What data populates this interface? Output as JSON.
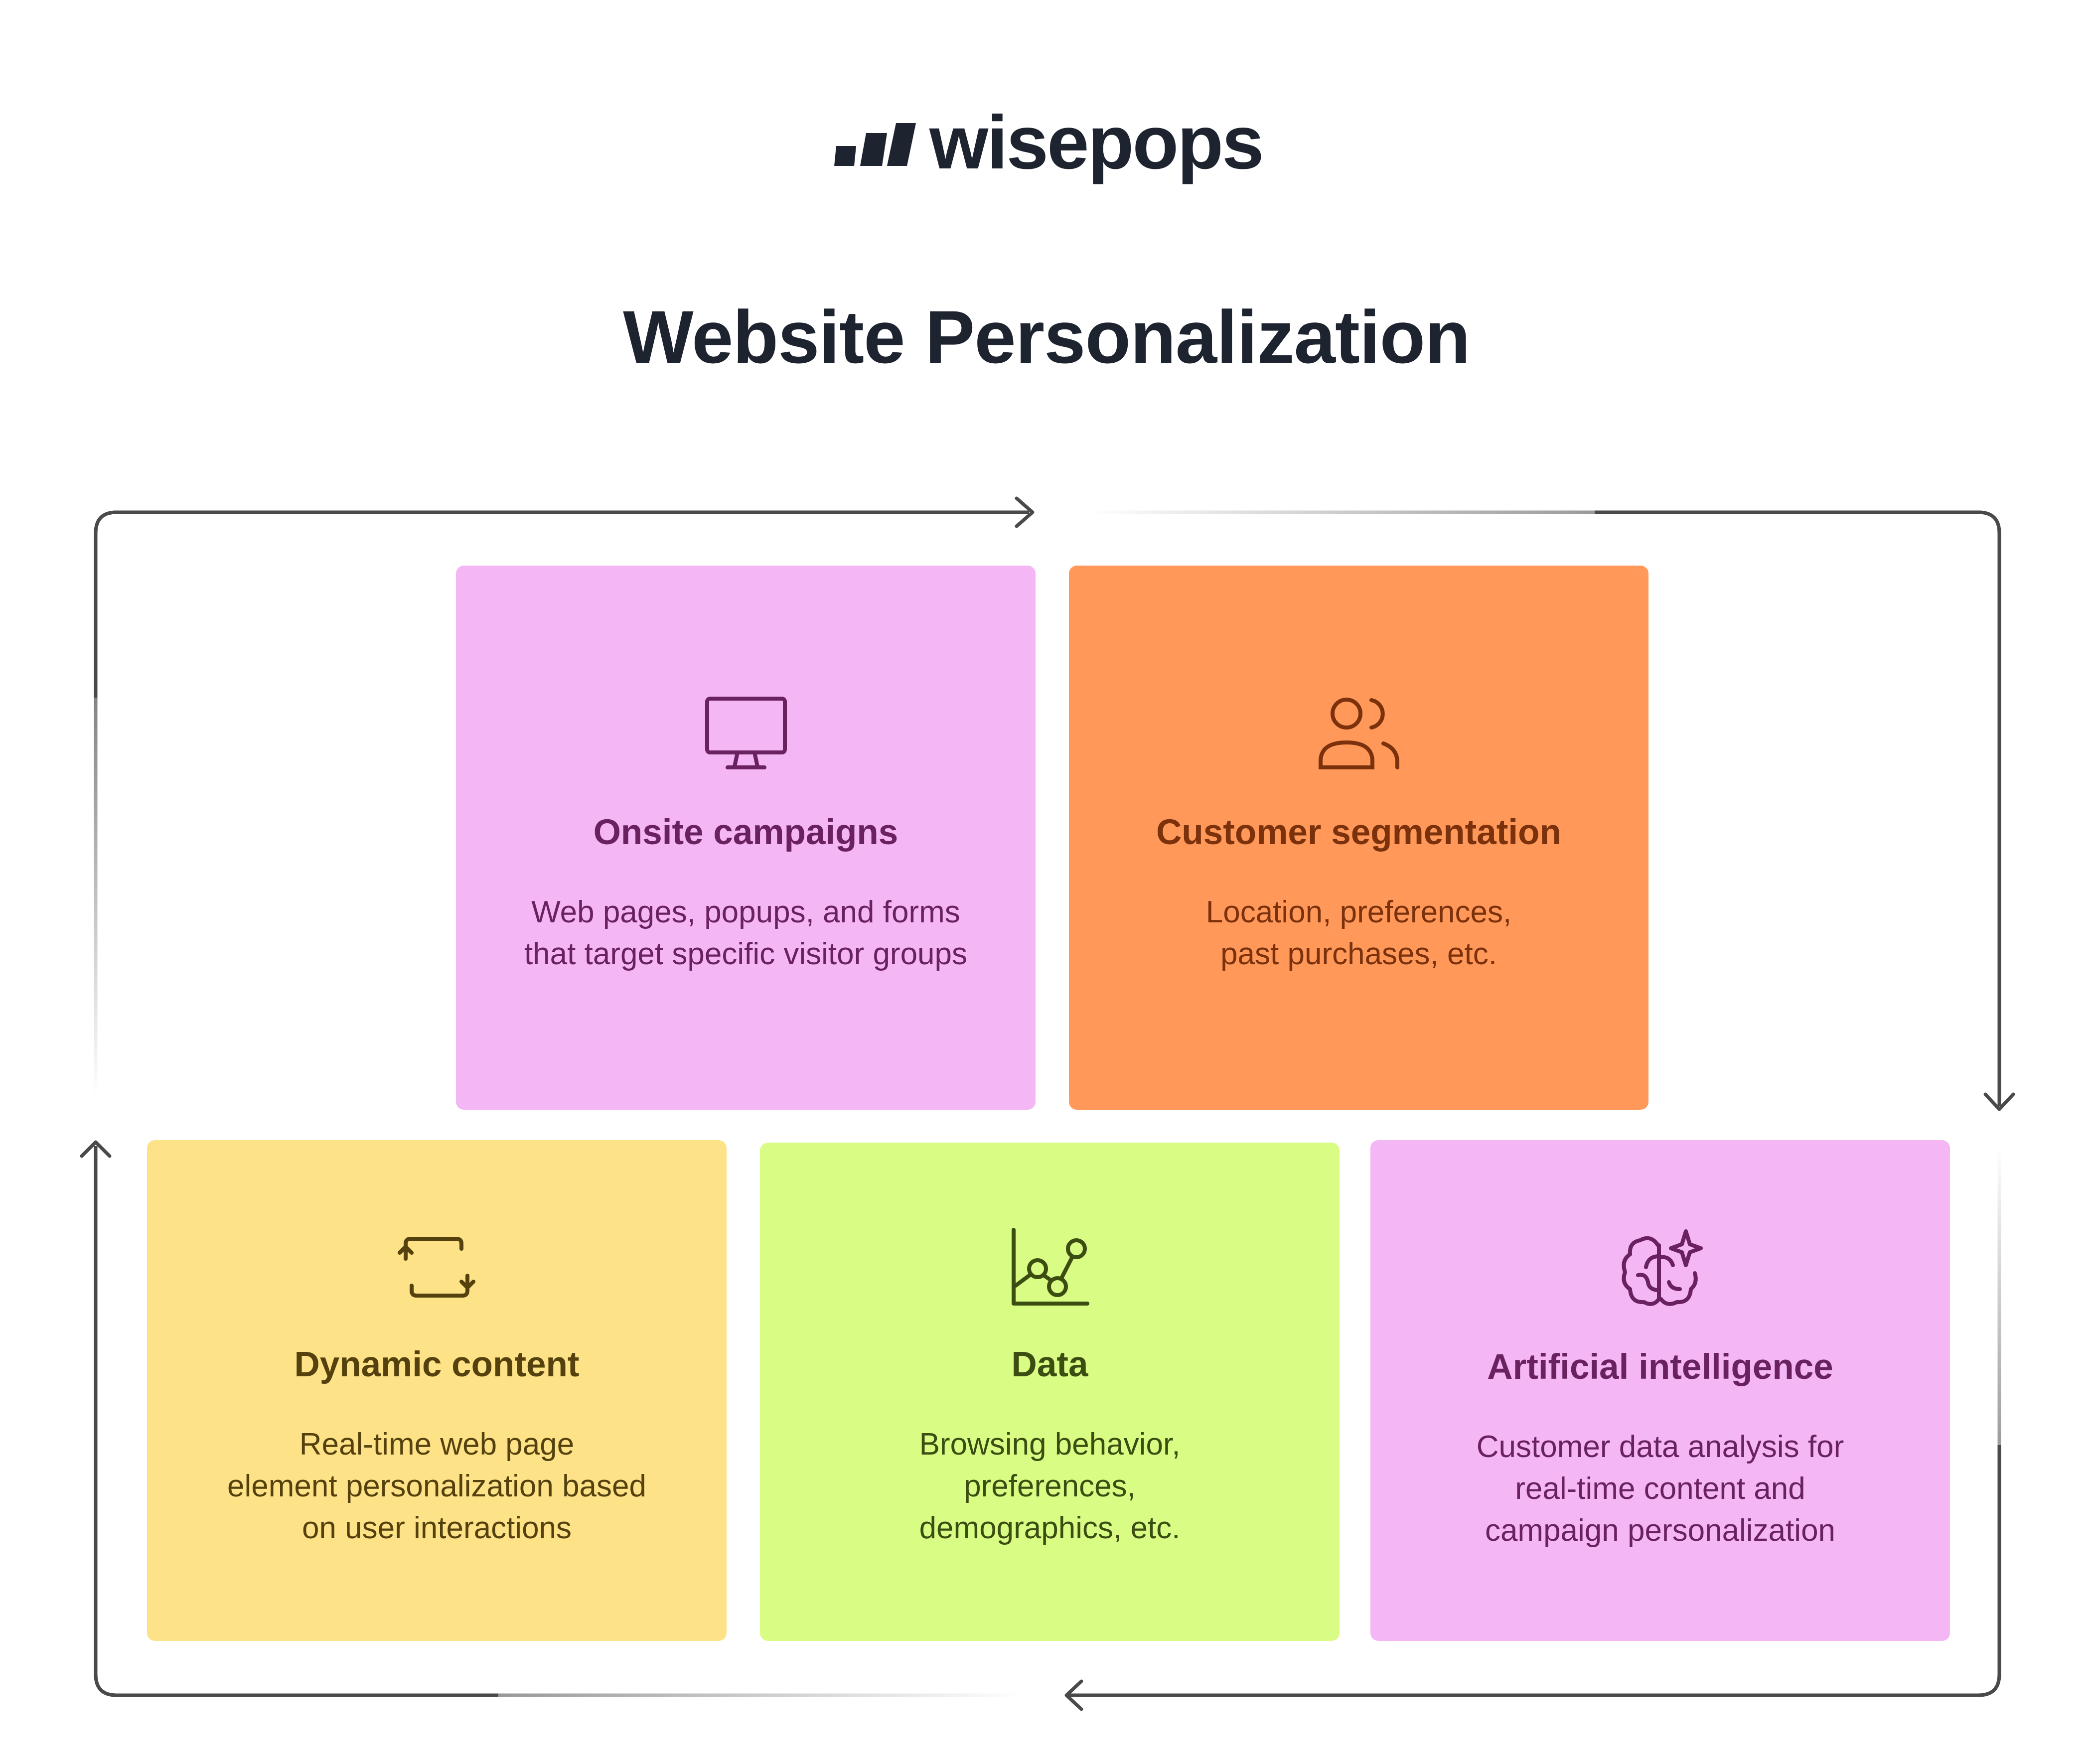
{
  "logo": {
    "text": "wisepops"
  },
  "title": "Website Personalization",
  "cards": [
    {
      "title": "Onsite campaigns",
      "description": "Web pages, popups, and forms\nthat target specific visitor groups",
      "icon": "monitor-icon",
      "bg": "#f5b6f5",
      "fg": "#6a2160"
    },
    {
      "title": "Customer segmentation",
      "description": "Location, preferences,\npast purchases, etc.",
      "icon": "users-icon",
      "bg": "#ff9859",
      "fg": "#7a310c"
    },
    {
      "title": "Dynamic content",
      "description": "Real-time web page\nelement personalization based\non user interactions",
      "icon": "refresh-icon",
      "bg": "#fde288",
      "fg": "#54410d"
    },
    {
      "title": "Data",
      "description": "Browsing behavior,\npreferences,\ndemographics, etc.",
      "icon": "chart-icon",
      "bg": "#d8fc84",
      "fg": "#3c4d12"
    },
    {
      "title": "Artificial intelligence",
      "description": "Customer data analysis for\nreal-time content and\ncampaign personalization",
      "icon": "brain-icon",
      "bg": "#f5b6f5",
      "fg": "#6a2160"
    }
  ],
  "colors": {
    "text": "#1d2430",
    "arrow": "#4a4a4a"
  }
}
